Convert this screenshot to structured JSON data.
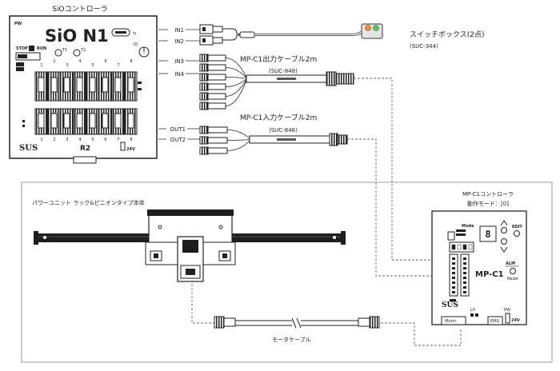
{
  "sio": {
    "title": "SiOコントローラ",
    "logo": "SiO N1",
    "pw": "PW",
    "stop": "STOP",
    "run": "RUN",
    "t1": "T1",
    "t2": "T2",
    "id": "ID",
    "top_nums": [
      "1",
      "2",
      "3",
      "4",
      "5",
      "6",
      "7",
      "8"
    ],
    "bottom_nums": [
      "1",
      "2",
      "3",
      "4",
      "5",
      "6",
      "7",
      "8"
    ],
    "brand": "SUS",
    "model": "R2",
    "power": "24V"
  },
  "ports": {
    "in1": "IN1",
    "in2": "IN2",
    "in3": "IN3",
    "in4": "IN4",
    "out1": "OUT1",
    "out2": "OUT2"
  },
  "switch_box": {
    "title": "スイッチボックス(2点)",
    "part": "(SUC-344)"
  },
  "out_cable": {
    "title": "MP-C1出力ケーブル2m",
    "part": "(SUC-848)"
  },
  "in_cable": {
    "title": "MP-C1入力ケーブル2m",
    "part": "(SUC-846)"
  },
  "power_unit": {
    "title": "パワーユニット ラック&ピニオンタイプ本体"
  },
  "motor_cable": {
    "title": "モータケーブル"
  },
  "mpc1": {
    "title": "MP-C1コントローラ",
    "mode": "動作モード：[0]",
    "mode_label": "Mode",
    "edit": "EDIT",
    "alm": "ALM",
    "reset": "Reset",
    "logo": "MP-C1",
    "brand": "SUS",
    "motor": "Motor",
    "ls": "LS",
    "emg": "EMG",
    "pw": "PW",
    "power": "24V"
  },
  "colors": {
    "switch_orange": "#f08a3c",
    "switch_green": "#5cc35a",
    "line": "#333333",
    "dash": "#666666"
  }
}
